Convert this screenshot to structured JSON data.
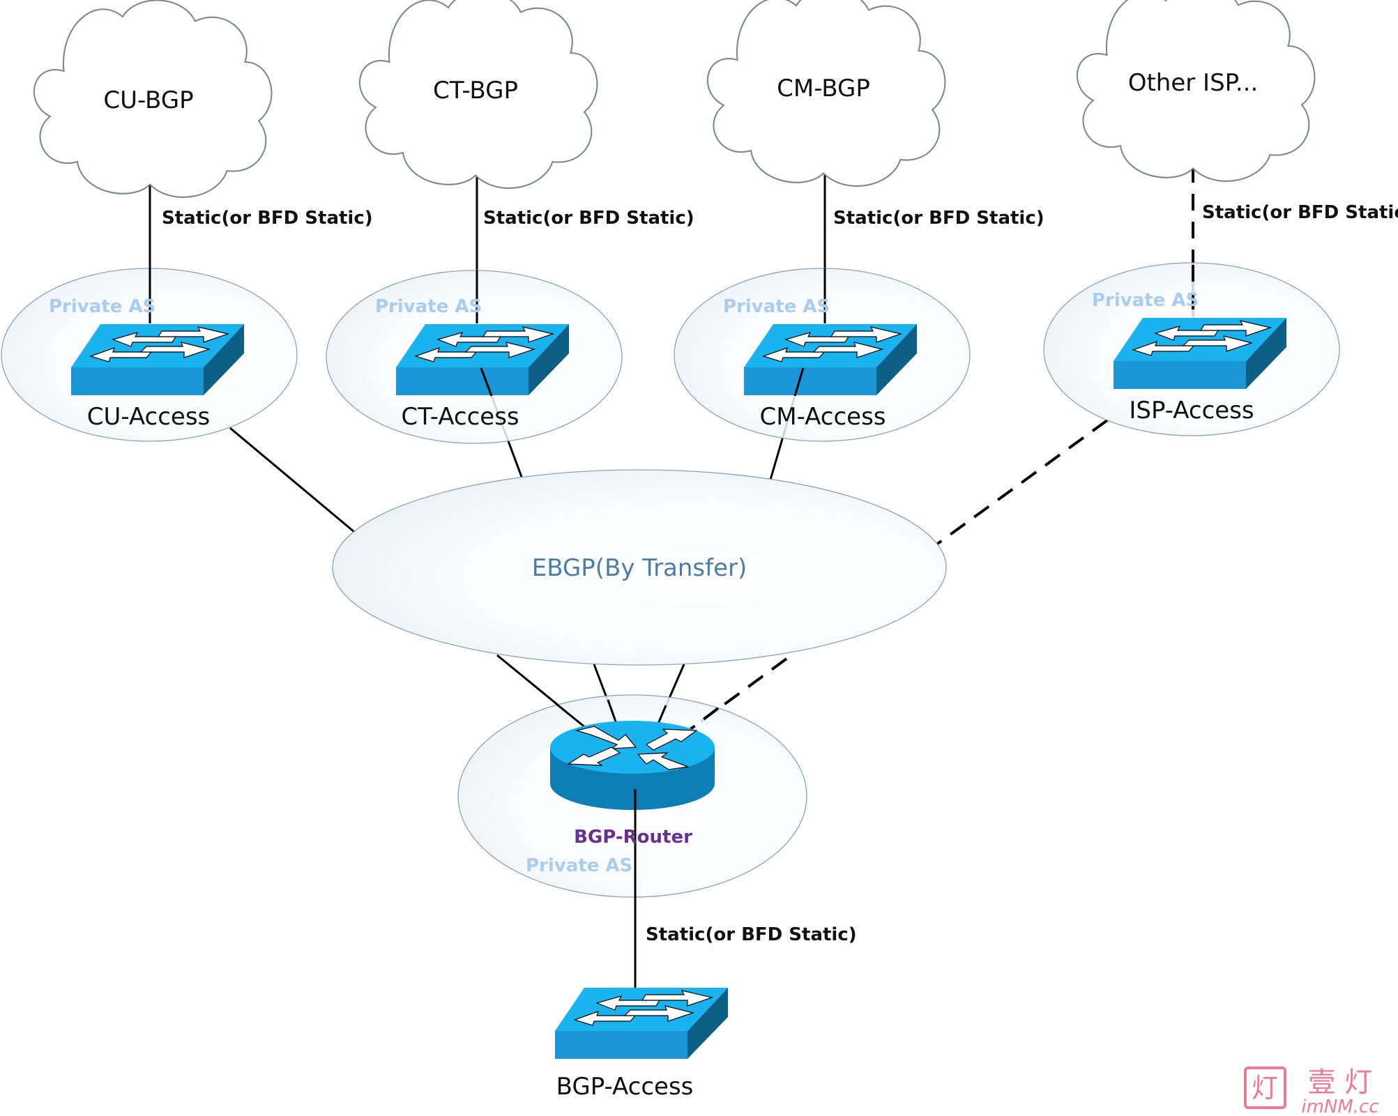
{
  "diagram": {
    "clouds": [
      {
        "id": "cu",
        "label": "CU-BGP"
      },
      {
        "id": "ct",
        "label": "CT-BGP"
      },
      {
        "id": "cm",
        "label": "CM-BGP"
      },
      {
        "id": "other",
        "label": "Other ISP..."
      }
    ],
    "access_domains": [
      {
        "id": "cu",
        "as_label": "Private AS",
        "switch_label": "CU-Access",
        "link_label": "Static(or BFD Static)",
        "link_style": "solid"
      },
      {
        "id": "ct",
        "as_label": "Private AS",
        "switch_label": "CT-Access",
        "link_label": "Static(or BFD Static)",
        "link_style": "solid"
      },
      {
        "id": "cm",
        "as_label": "Private AS",
        "switch_label": "CM-Access",
        "link_label": "Static(or BFD Static)",
        "link_style": "solid"
      },
      {
        "id": "isp",
        "as_label": "Private AS",
        "switch_label": "ISP-Access",
        "link_label": "Static(or BFD Static)",
        "link_style": "dashed"
      }
    ],
    "core": {
      "label": "EBGP(By Transfer)"
    },
    "router": {
      "label": "BGP-Router",
      "as_label": "Private AS"
    },
    "bottom": {
      "link_label": "Static(or BFD Static)",
      "switch_label": "BGP-Access"
    },
    "colors": {
      "switch_top": "#19b4ef",
      "switch_front": "#1e8fcf",
      "switch_side": "#0d5f86",
      "as_label": "#a9cdef",
      "router_label": "#6a2f8e",
      "ebgp_label": "#4a7ea8",
      "watermark": "#ef7a96"
    }
  },
  "watermark": {
    "box_glyph": "灯",
    "chars": "壹 灯",
    "domain": "imNM.cc"
  }
}
